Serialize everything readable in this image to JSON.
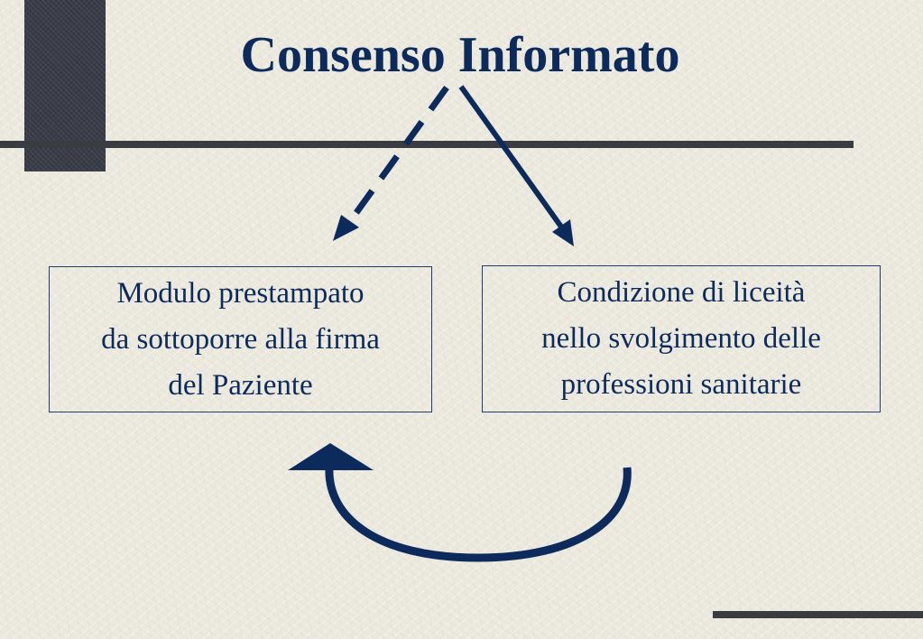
{
  "title": "Consenso Informato",
  "boxes": {
    "left": {
      "lines": [
        "Modulo prestampato",
        "da sottoporre alla firma",
        "del Paziente"
      ]
    },
    "right": {
      "lines": [
        "Condizione di liceità",
        "nello svolgimento delle",
        "professioni sanitarie"
      ]
    }
  },
  "colors": {
    "text": "#0c2a5c",
    "arrow": "#0c2a5c",
    "rule": "#3b3b42",
    "background": "#eceadf"
  }
}
